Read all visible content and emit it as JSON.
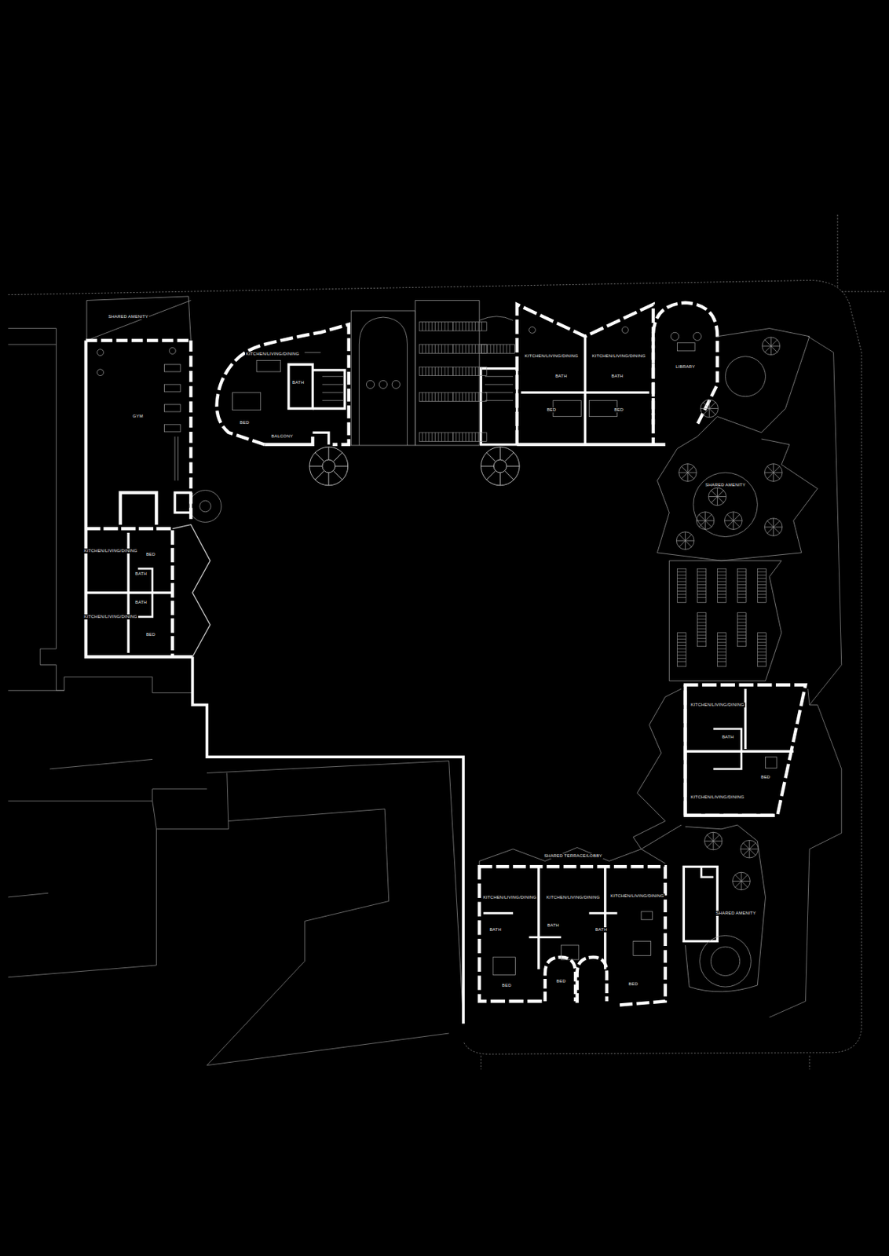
{
  "diagram": {
    "labels": [
      "SHARED AMENITY",
      "GYM",
      "KITCHEN/LIVING/DINING",
      "BED",
      "BATH",
      "KITCHEN/LIVING/DINING",
      "BED",
      "BATH",
      "KITCHEN/LIVING/DINING",
      "BED",
      "BATH",
      "BALCONY",
      "KITCHEN/LIVING/DINING",
      "KITCHEN/LIVING/DINING",
      "BED",
      "BED",
      "BATH",
      "BATH",
      "LIBRARY",
      "SHARED AMENITY",
      "KITCHEN/LIVING/DINING",
      "KITCHEN/LIVING/DINING",
      "BED",
      "BATH",
      "SHARED TERRACE/LOBBY",
      "KITCHEN/LIVING/DINING",
      "KITCHEN/LIVING/DINING",
      "KITCHEN/LIVING/DINING",
      "BED",
      "BED",
      "BED",
      "BATH",
      "BATH",
      "BATH",
      "SHARED AMENITY"
    ]
  }
}
